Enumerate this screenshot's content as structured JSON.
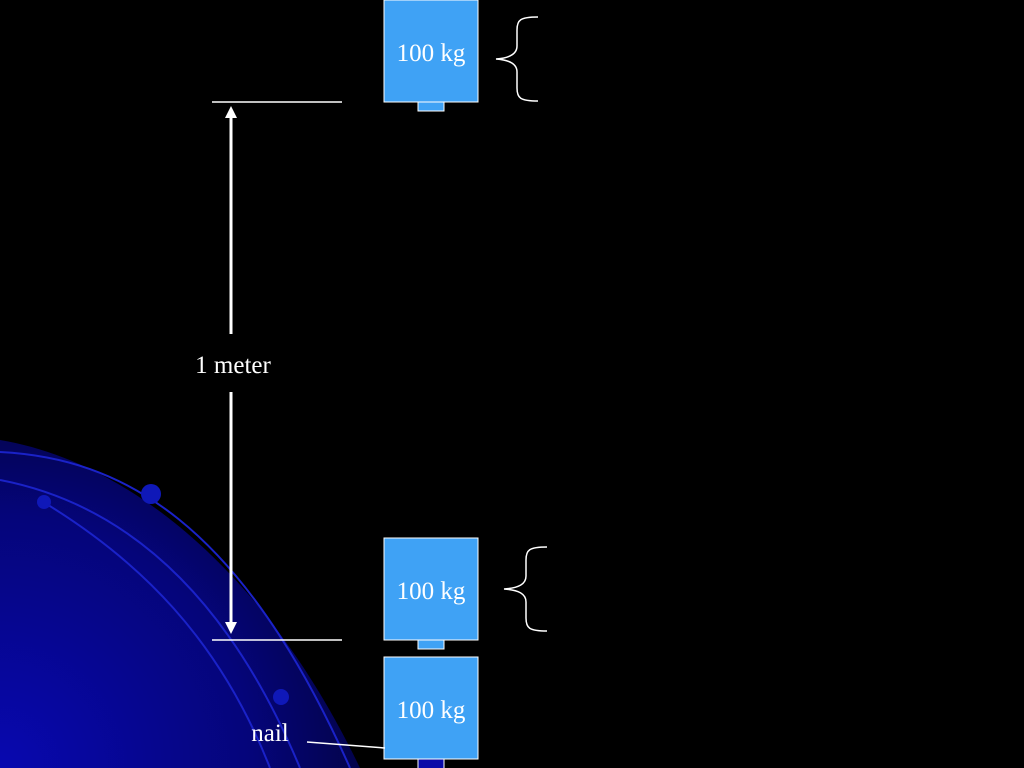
{
  "slide": {
    "background_color": "#000000",
    "accent_color": "#0a0aa8",
    "block_color": "#3fa2f5",
    "line_color": "#ffffff"
  },
  "masses": {
    "top": {
      "label": "100 kg"
    },
    "middle": {
      "label": "100 kg"
    },
    "bottom": {
      "label": "100 kg"
    }
  },
  "dimension": {
    "label": "1 meter"
  },
  "nail": {
    "label": "nail"
  }
}
